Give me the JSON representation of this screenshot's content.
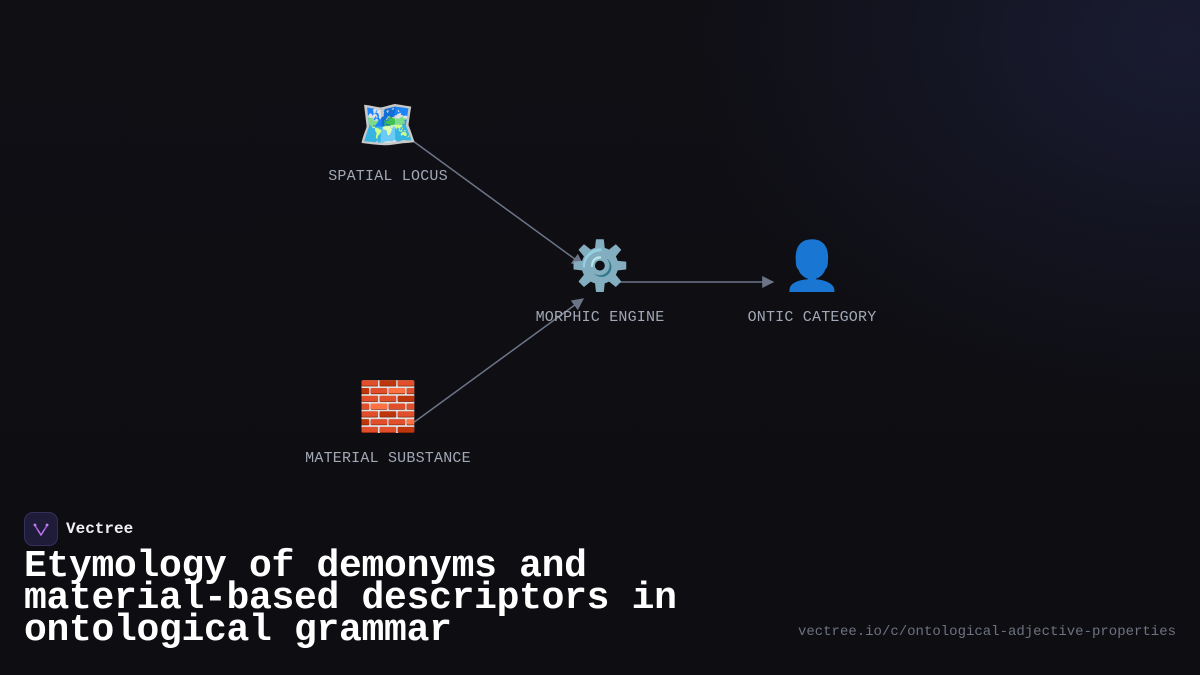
{
  "diagram": {
    "nodes": [
      {
        "id": "spatial",
        "label": "SPATIAL LOCUS",
        "icon": "world-map-icon",
        "emoji": "🗺️"
      },
      {
        "id": "morphic",
        "label": "MORPHIC ENGINE",
        "icon": "gear-icon",
        "emoji": "⚙️"
      },
      {
        "id": "ontic",
        "label": "ONTIC CATEGORY",
        "icon": "person-silhouette-icon",
        "emoji": "👤"
      },
      {
        "id": "material",
        "label": "MATERIAL SUBSTANCE",
        "icon": "brick-icon",
        "emoji": "🧱"
      }
    ],
    "edges": [
      {
        "from": "spatial",
        "to": "morphic"
      },
      {
        "from": "material",
        "to": "morphic"
      },
      {
        "from": "morphic",
        "to": "ontic"
      }
    ]
  },
  "brand": {
    "name": "Vectree",
    "logo_icon": "vectree-logo-icon",
    "accent": "#a05ad8"
  },
  "title": "Etymology of demonyms and material-based descriptors in ontological grammar",
  "url": "vectree.io/c/ontological-adjective-properties",
  "colors": {
    "background": "#0f0f14",
    "edge": "#6c7588",
    "label": "#a2a8b6"
  }
}
